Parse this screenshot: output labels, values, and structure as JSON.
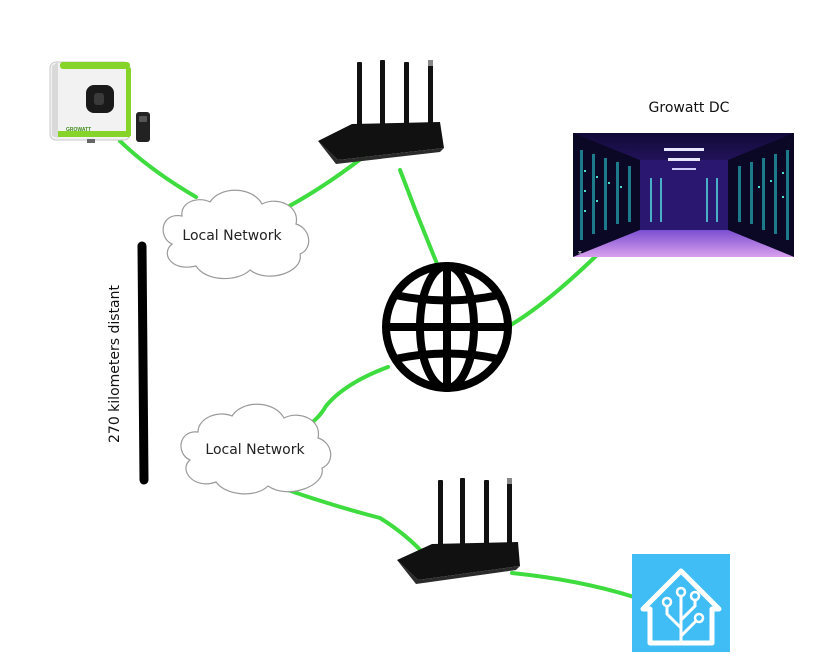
{
  "clouds": {
    "top": {
      "label": "Local Network"
    },
    "bottom": {
      "label": "Local Network"
    }
  },
  "datacenter": {
    "label": "Growatt DC"
  },
  "distance": {
    "label": "270 kilometers distant"
  },
  "inverter": {
    "brand": "GROWATT"
  },
  "colors": {
    "link": "#3fdc3f",
    "globe": "#000000",
    "inverter_accent": "#86d42a",
    "ha_blue": "#41bdf5",
    "router": "#111111"
  },
  "icons": [
    "inverter-icon",
    "router-icon",
    "cloud-icon",
    "globe-icon",
    "server-room-image",
    "home-assistant-icon"
  ]
}
